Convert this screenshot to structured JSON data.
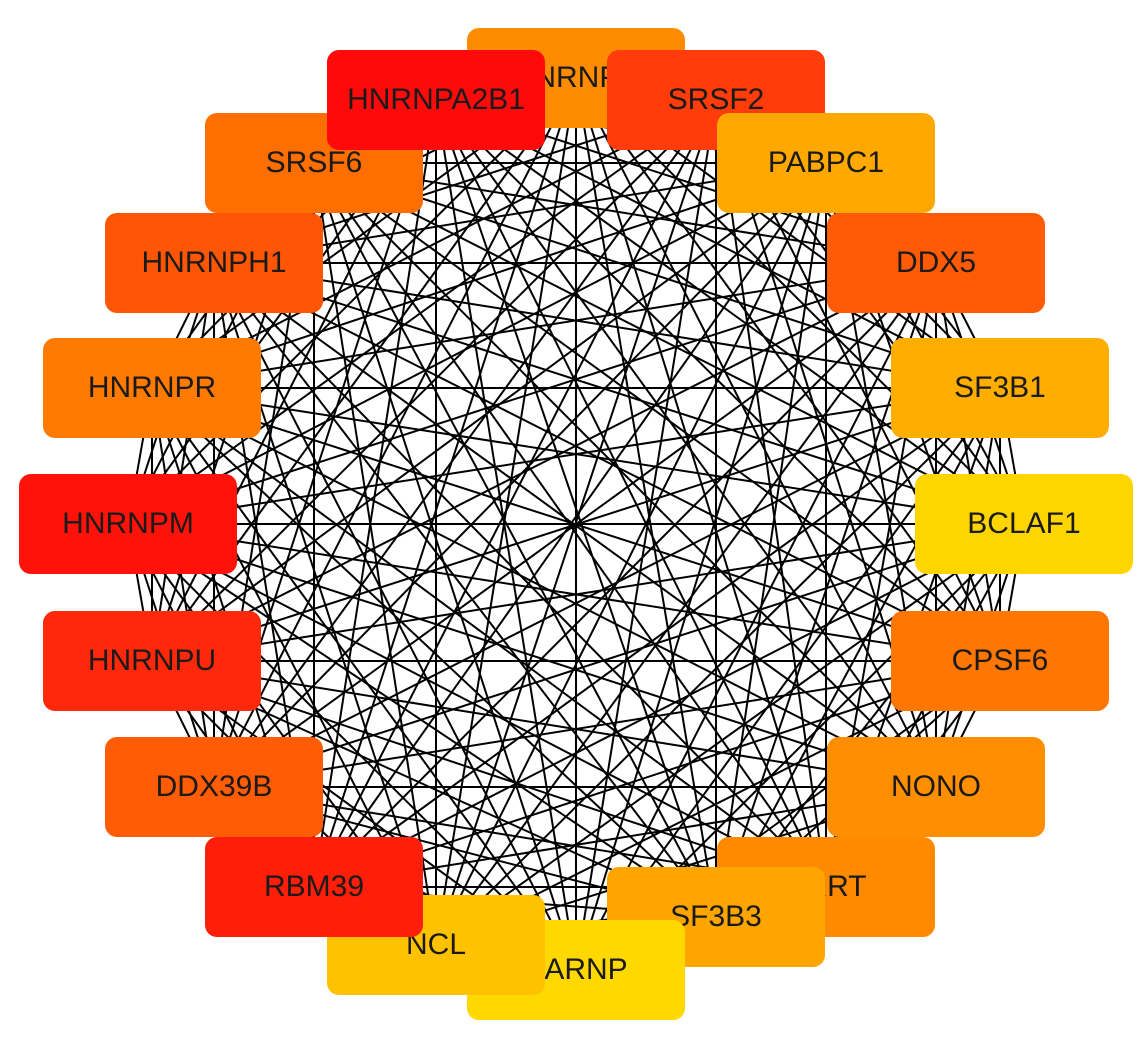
{
  "network": {
    "nodes": [
      {
        "id": "hnrnpk",
        "label": "HNRNPK",
        "color": "#ff8c00"
      },
      {
        "id": "srsf2",
        "label": "SRSF2",
        "color": "#ff3c0a"
      },
      {
        "id": "pabpc1",
        "label": "PABPC1",
        "color": "#ffa800"
      },
      {
        "id": "ddx5",
        "label": "DDX5",
        "color": "#ff5a05"
      },
      {
        "id": "sf3b1",
        "label": "SF3B1",
        "color": "#ffae00"
      },
      {
        "id": "bclaf1",
        "label": "BCLAF1",
        "color": "#ffd500"
      },
      {
        "id": "cpsf6",
        "label": "CPSF6",
        "color": "#ff7600"
      },
      {
        "id": "nono",
        "label": "NONO",
        "color": "#ff8e00"
      },
      {
        "id": "srrt",
        "label": "SRRT",
        "color": "#ff8a00"
      },
      {
        "id": "sf3b3",
        "label": "SF3B3",
        "color": "#ffa500"
      },
      {
        "id": "sarnp",
        "label": "SARNP",
        "color": "#ffd800"
      },
      {
        "id": "ncl",
        "label": "NCL",
        "color": "#ffc200"
      },
      {
        "id": "rbm39",
        "label": "RBM39",
        "color": "#ff1e0a"
      },
      {
        "id": "ddx39b",
        "label": "DDX39B",
        "color": "#ff5c05"
      },
      {
        "id": "hnrnpu",
        "label": "HNRNPU",
        "color": "#ff280a"
      },
      {
        "id": "hnrnpm",
        "label": "HNRNPM",
        "color": "#ff120a"
      },
      {
        "id": "hnrnpr",
        "label": "HNRNPR",
        "color": "#ff7a00"
      },
      {
        "id": "hnrnph1",
        "label": "HNRNPH1",
        "color": "#ff5605"
      },
      {
        "id": "srsf6",
        "label": "SRSF6",
        "color": "#ff6e00"
      },
      {
        "id": "hnrnpa2b1",
        "label": "HNRNPA2B1",
        "color": "#ff0a0a"
      }
    ],
    "edge_color": "#000000",
    "topology": "fully-connected"
  }
}
